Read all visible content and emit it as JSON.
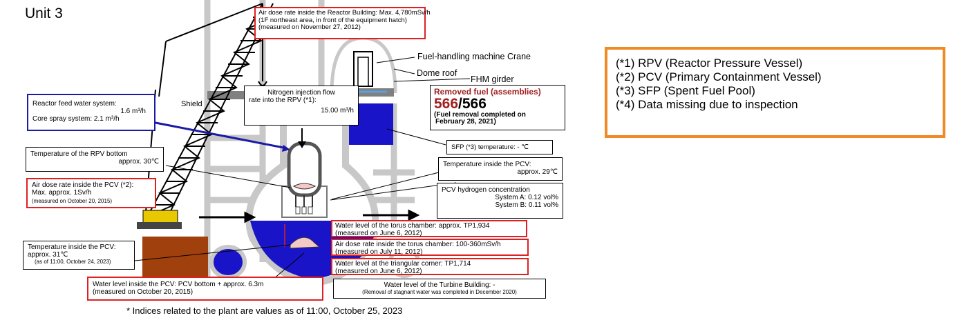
{
  "unit_title": "Unit 3",
  "footnote": "* Indices related to the plant are values as of 11:00, October 25, 2023",
  "callouts": {
    "air_dose_building": [
      "Air dose rate inside the Reactor Building: Max. 4,780mSv/h",
      "(1F northeast area, in front of the equipment hatch)",
      "(measured on November 27, 2012)"
    ],
    "feed_water": {
      "line1_label": "Reactor feed water system:",
      "line1_value": "1.6 m³/h",
      "line2_label": "Core spray system:",
      "line2_value": "2.1 m³/h"
    },
    "nitrogen": [
      "Nitrogen injection flow",
      "rate into the RPV (*1):",
      "15.00 m³/h"
    ],
    "removed_fuel": {
      "title": "Removed fuel (assemblies)",
      "count_removed": "566",
      "count_total": "/566",
      "note1": "(Fuel removal completed on",
      "note2": "February 28, 2021)"
    },
    "sfp_temp": "SFP (*3) temperature: - ℃",
    "temp_rpv_bottom": [
      "Temperature of the RPV bottom",
      "approx. 30℃"
    ],
    "air_dose_pcv": [
      "Air dose rate inside the PCV (*2):",
      "Max. approx. 1Sv/h",
      "(measured on October 20, 2015)"
    ],
    "temp_pcv_right": [
      "Temperature inside the PCV:",
      "approx. 29℃"
    ],
    "hydrogen": [
      "PCV hydrogen concentration",
      "System A: 0.12 vol%",
      "System B: 0.11 vol%"
    ],
    "torus_level": [
      "Water level of the torus chamber: approx. TP1,934",
      "(measured on June 6, 2012)"
    ],
    "torus_dose": [
      "Air dose rate inside the torus chamber: 100-360mSv/h",
      "(measured on July 11, 2012)"
    ],
    "triangular": [
      "Water level at the triangular corner: TP1,714",
      "(measured on June 6, 2012)"
    ],
    "turbine": [
      "Water level of the Turbine Building: -",
      "(Removal of stagnant water was completed in December 2020)"
    ],
    "temp_pcv_left": [
      "Temperature inside the PCV:",
      "approx. 31℃",
      "(as of 11:00, October 24, 2023)"
    ],
    "pcv_water_level": [
      "Water level inside the PCV: PCV bottom + approx. 6.3m",
      "(measured on October 20, 2015)"
    ]
  },
  "labels": {
    "fhm_crane": "Fuel-handling machine Crane",
    "dome_roof": "Dome roof",
    "fhm_girder": "FHM girder",
    "shield": "Shield"
  },
  "legend": [
    "(*1)  RPV (Reactor Pressure Vessel)",
    "(*2)  PCV (Primary Containment Vessel)",
    "(*3)  SFP (Spent Fuel Pool)",
    "(*4)  Data missing due to inspection"
  ],
  "colors": {
    "callout_red": "#e02020",
    "water_blue": "#1a14c8",
    "legend_orange": "#f08a24",
    "brown": "#a0400c",
    "fuel_red": "#a02020"
  }
}
